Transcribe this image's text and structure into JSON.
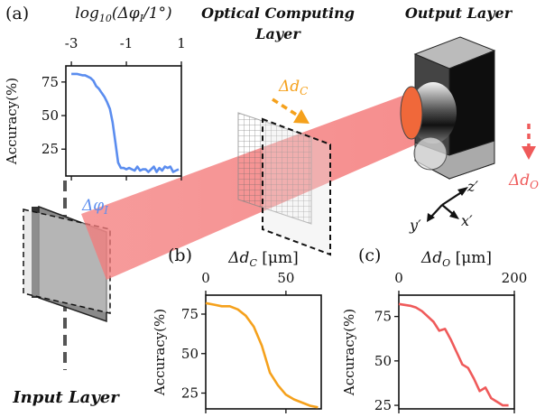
{
  "labels": {
    "panel_a": "(a)",
    "panel_b": "(b)",
    "panel_c": "(c)",
    "optical_layer_1": "Optical Computing",
    "optical_layer_2": "Layer",
    "output_layer": "Output Layer",
    "input_layer": "Input Layer",
    "delta_phi_i": "Δφ",
    "delta_phi_i_sub": "I",
    "delta_dc": "Δd",
    "delta_dc_sub": "C",
    "delta_do": "Δd",
    "delta_do_sub": "O",
    "axis_z": "z′",
    "axis_y": "y′",
    "axis_x": "x′"
  },
  "colors": {
    "blue": "#5b8def",
    "orange": "#f5a11c",
    "red": "#ef5a5a",
    "beam": "#f47a7a"
  },
  "chart_data": [
    {
      "type": "line",
      "panel": "(a)",
      "title": "log10(Δφ_I/1°)",
      "title_parts": {
        "pre": "log",
        "sub10": "10",
        "mid": "(Δφ",
        "subI": "I",
        "post": "/1°)"
      },
      "xlabel": "",
      "ylabel": "Accuracy(%)",
      "xlim": [
        -3.2,
        1
      ],
      "ylim": [
        5,
        87
      ],
      "xticks": [
        -3,
        -1,
        1
      ],
      "yticks": [
        25,
        50,
        75
      ],
      "color": "#5b8def",
      "series": [
        {
          "x": [
            -3.0,
            -2.8,
            -2.6,
            -2.5,
            -2.4,
            -2.3,
            -2.2,
            -2.1,
            -2.0,
            -1.9,
            -1.8,
            -1.7,
            -1.6,
            -1.5,
            -1.4,
            -1.3,
            -1.2,
            -1.1,
            -1.0,
            -0.9,
            -0.8,
            -0.7,
            -0.6,
            -0.5,
            -0.4,
            -0.3,
            -0.2,
            -0.1,
            0.0,
            0.1,
            0.2,
            0.3,
            0.4,
            0.5,
            0.6,
            0.7,
            0.8,
            0.9
          ],
          "y": [
            81,
            81,
            80,
            80,
            79,
            78,
            76,
            72,
            70,
            67,
            64,
            60,
            55,
            45,
            30,
            15,
            11,
            11,
            10,
            11,
            10,
            9,
            12,
            9,
            10,
            10,
            8,
            10,
            12,
            8,
            11,
            9,
            12,
            11,
            12,
            8,
            9,
            10
          ]
        }
      ]
    },
    {
      "type": "line",
      "panel": "(b)",
      "title": "Δd_C [μm]",
      "title_parts": {
        "pre": "Δd",
        "sub": "C",
        "post": " [μm]"
      },
      "xlabel": "",
      "ylabel": "Accuracy(%)",
      "xlim": [
        0,
        72
      ],
      "ylim": [
        15,
        87
      ],
      "xticks": [
        0,
        50
      ],
      "yticks": [
        25,
        50,
        75
      ],
      "color": "#f5a11c",
      "series": [
        {
          "x": [
            0,
            5,
            10,
            15,
            20,
            25,
            30,
            35,
            40,
            45,
            50,
            55,
            60,
            65,
            70
          ],
          "y": [
            82,
            81,
            80,
            80,
            78,
            74,
            67,
            55,
            38,
            30,
            24,
            21,
            19,
            17,
            16
          ]
        }
      ]
    },
    {
      "type": "line",
      "panel": "(c)",
      "title": "Δd_O [μm]",
      "title_parts": {
        "pre": "Δd",
        "sub": "O",
        "post": " [μm]"
      },
      "xlabel": "",
      "ylabel": "Accuracy(%)",
      "xlim": [
        0,
        200
      ],
      "ylim": [
        23,
        87
      ],
      "xticks": [
        0,
        200
      ],
      "yticks": [
        25,
        50,
        75
      ],
      "color": "#ef5a5a",
      "series": [
        {
          "x": [
            0,
            20,
            30,
            40,
            50,
            60,
            70,
            80,
            90,
            100,
            110,
            120,
            130,
            140,
            150,
            160,
            170,
            180,
            190
          ],
          "y": [
            82,
            81,
            80,
            78,
            75,
            72,
            67,
            68,
            62,
            55,
            48,
            46,
            40,
            33,
            35,
            29,
            27,
            25,
            25
          ]
        }
      ]
    }
  ]
}
